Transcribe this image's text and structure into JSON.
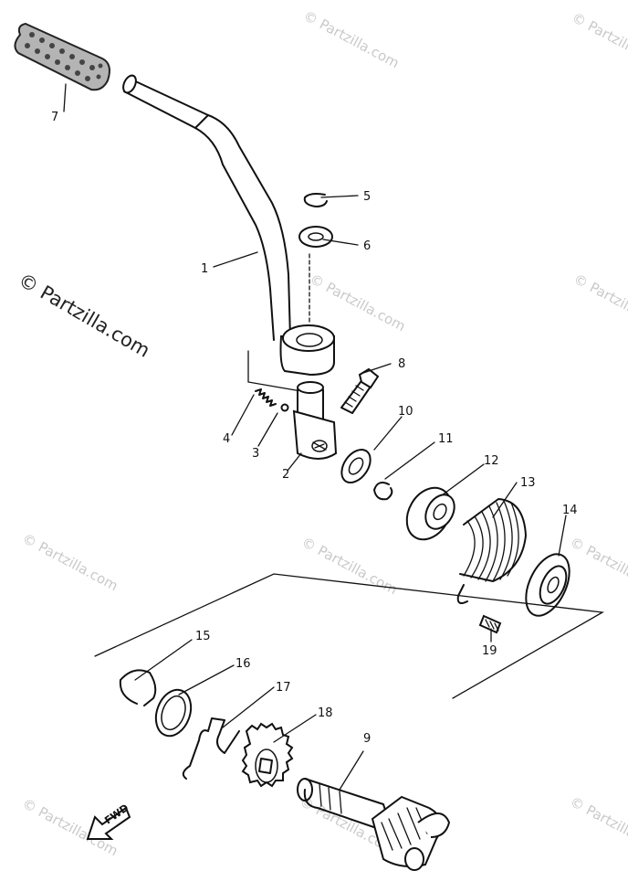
{
  "watermark_main": "© Partzilla.com",
  "watermark_faint": "© Partzilla.com",
  "fwd_label": "FWD",
  "parts": [
    {
      "num": "1"
    },
    {
      "num": "2"
    },
    {
      "num": "3"
    },
    {
      "num": "4"
    },
    {
      "num": "5"
    },
    {
      "num": "6"
    },
    {
      "num": "7"
    },
    {
      "num": "8"
    },
    {
      "num": "9"
    },
    {
      "num": "10"
    },
    {
      "num": "11"
    },
    {
      "num": "12"
    },
    {
      "num": "13"
    },
    {
      "num": "14"
    },
    {
      "num": "15"
    },
    {
      "num": "16"
    },
    {
      "num": "17"
    },
    {
      "num": "18"
    },
    {
      "num": "19"
    }
  ]
}
